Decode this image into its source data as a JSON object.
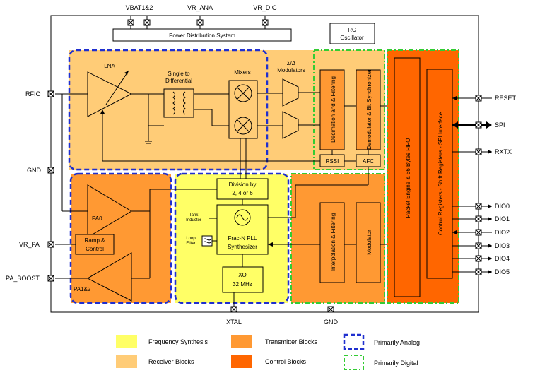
{
  "pins": {
    "vbat": "VBAT1&2",
    "vr_ana": "VR_ANA",
    "vr_dig": "VR_DIG",
    "rfio": "RFIO",
    "gnd_left": "GND",
    "vr_pa": "VR_PA",
    "pa_boost": "PA_BOOST",
    "xtal": "XTAL",
    "gnd_bottom": "GND",
    "reset": "RESET",
    "spi": "SPI",
    "rxtx": "RXTX",
    "dio0": "DIO0",
    "dio1": "DIO1",
    "dio2": "DIO2",
    "dio3": "DIO3",
    "dio4": "DIO4",
    "dio5": "DIO5"
  },
  "blocks": {
    "power_distribution": "Power Distribution System",
    "rc_oscillator_1": "RC",
    "rc_oscillator_2": "Oscillator",
    "lna": "LNA",
    "single_diff_1": "Single to",
    "single_diff_2": "Differential",
    "mixers": "Mixers",
    "sigma_delta_1": "Σ/Δ",
    "sigma_delta_2": "Modulators",
    "decimation": "Decimation and & Filtering",
    "demodulator": "Demodulator & Bit Synchronizer",
    "rssi": "RSSI",
    "afc": "AFC",
    "packet_engine": "Packet Engine & 66 Bytes FIFO",
    "control_registers": "Control Registers - Shift Registers - SPI Interface",
    "pa0": "PA0",
    "pa12": "PA1&2",
    "ramp_1": "Ramp &",
    "ramp_2": "Control",
    "division_1": "Division by",
    "division_2": "2, 4 or 6",
    "tank_1": "Tank",
    "tank_2": "Inductor",
    "loop_1": "Loop",
    "loop_2": "Filter",
    "pll_1": "Frac-N PLL",
    "pll_2": "Synthesizer",
    "xo_1": "XO",
    "xo_2": "32 MHz",
    "interpolation": "Interpolation & Filtering",
    "modulator": "Modulator"
  },
  "legend": {
    "frequency_synthesis": "Frequency Synthesis",
    "receiver_blocks": "Receiver Blocks",
    "transmitter_blocks": "Transmitter Blocks",
    "control_blocks": "Control Blocks",
    "primarily_analog": "Primarily Analog",
    "primarily_digital": "Primarily Digital"
  },
  "colors": {
    "frequency_synthesis": "#ffff66",
    "receiver": "#ffcc77",
    "transmitter": "#ff9933",
    "control": "#ff6600",
    "analog_outline": "#1f2fcf",
    "digital_outline": "#33cc33"
  }
}
